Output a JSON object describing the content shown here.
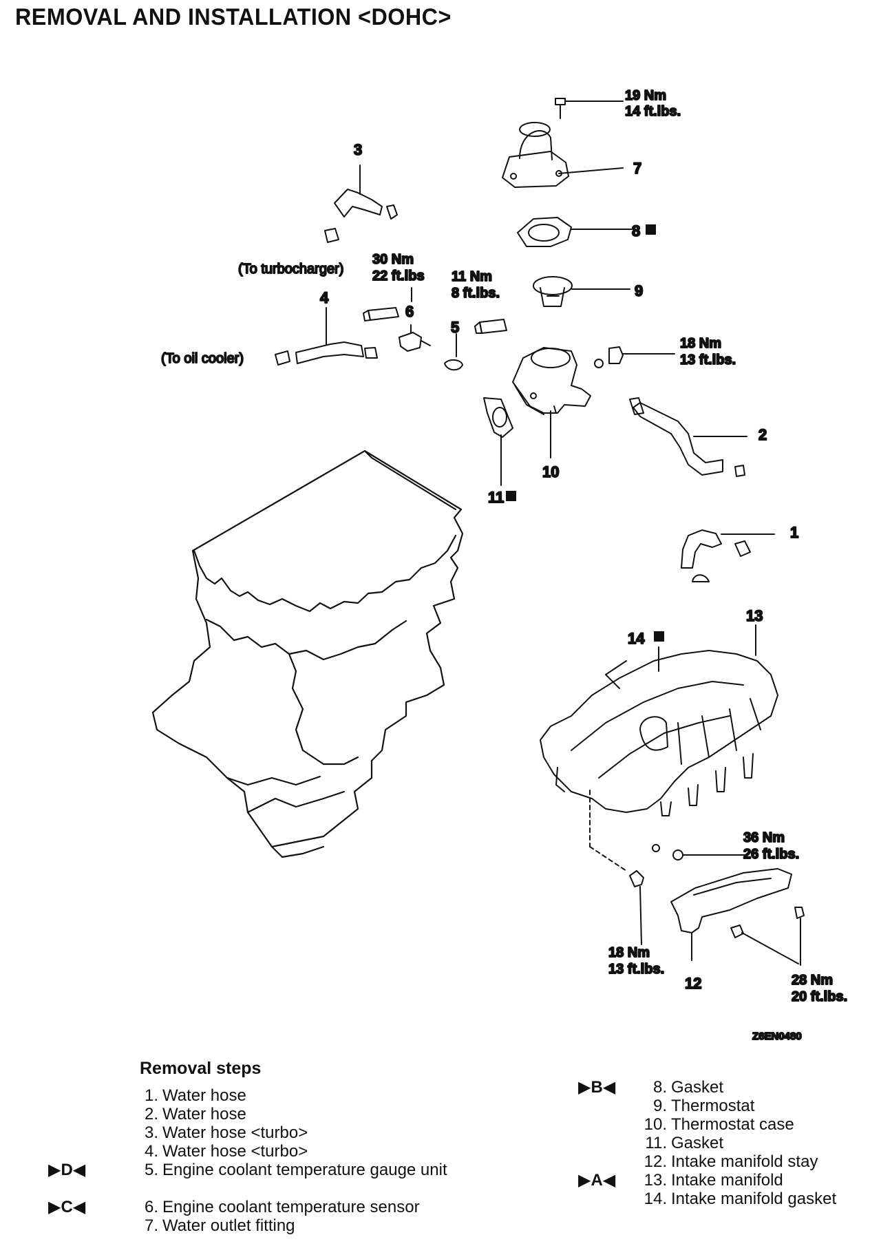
{
  "title": "REMOVAL AND INSTALLATION <DOHC>",
  "figure_id": "Z6EN0480",
  "callouts": {
    "c1": "1",
    "c2": "2",
    "c3": "3",
    "c4": "4",
    "c5": "5",
    "c6": "6",
    "c7": "7",
    "c8": "8",
    "c9": "9",
    "c10": "10",
    "c11": "11",
    "c12": "12",
    "c13": "13",
    "c14": "14"
  },
  "new_part_mark": "N",
  "notes": {
    "to_turbocharger": "(To turbocharger)",
    "to_oil_cooler": "(To oil cooler)"
  },
  "torques": {
    "t19_nm": "19 Nm",
    "t19_ft": "14 ft.lbs.",
    "t30_nm": "30 Nm",
    "t30_ft": "22 ft.lbs",
    "t11_nm": "11 Nm",
    "t11_ft": "8 ft.lbs.",
    "t18a_nm": "18 Nm",
    "t18a_ft": "13 ft.lbs.",
    "t36_nm": "36 Nm",
    "t36_ft": "26 ft.lbs.",
    "t18b_nm": "18 Nm",
    "t18b_ft": "13 ft.lbs.",
    "t28_nm": "28 Nm",
    "t28_ft": "20 ft.lbs."
  },
  "removal_steps": {
    "title": "Removal steps",
    "left": [
      {
        "num": "1.",
        "mark": "",
        "text": "Water hose"
      },
      {
        "num": "2.",
        "mark": "",
        "text": "Water hose"
      },
      {
        "num": "3.",
        "mark": "",
        "text": "Water hose <turbo>"
      },
      {
        "num": "4.",
        "mark": "",
        "text": "Water hose <turbo>"
      },
      {
        "num": "5.",
        "mark": "▶D◀",
        "text": "Engine coolant temperature gauge unit"
      },
      {
        "num": "6.",
        "mark": "▶C◀",
        "text": "Engine coolant temperature sensor"
      },
      {
        "num": "7.",
        "mark": "",
        "text": "Water outlet fitting"
      }
    ],
    "right": [
      {
        "num": "8.",
        "mark": "▶B◀",
        "text": "Gasket"
      },
      {
        "num": "9.",
        "mark": "",
        "text": "Thermostat"
      },
      {
        "num": "10.",
        "mark": "",
        "text": "Thermostat case"
      },
      {
        "num": "11.",
        "mark": "",
        "text": "Gasket"
      },
      {
        "num": "12.",
        "mark": "",
        "text": "Intake manifold stay"
      },
      {
        "num": "13.",
        "mark": "▶A◀",
        "text": "Intake manifold"
      },
      {
        "num": "14.",
        "mark": "",
        "text": "Intake manifold gasket"
      }
    ]
  }
}
